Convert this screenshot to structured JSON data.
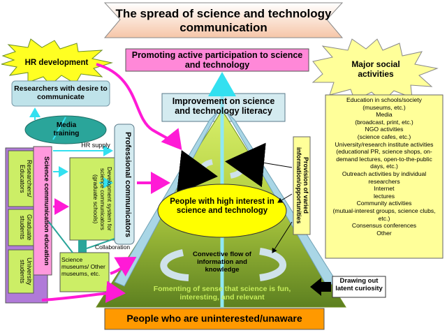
{
  "title": "The spread of science and technology communication",
  "banner_top": "Promoting active participation to science and technology",
  "hr_development": "HR development",
  "major_social": "Major social activities",
  "researchers_desire": "Researchers with desire to communicate",
  "media_training": "Media training",
  "hr_supply": "HR supply",
  "professional_communicators": "Professional communicators",
  "improvement": "Improvement on science and technology literacy",
  "provision": "Provision of varied information/opportunities",
  "sce": "Science communication education",
  "researchers_educators": "Researchers/ Educators",
  "graduate_students": "Graduate students",
  "university_students": "University students",
  "dev_system": "Development system for science communicators (graduate schools)",
  "collaboration": "Collaboration",
  "museums": "Science museums/ Other museums, etc.",
  "people_high": "People with high interest in science and technology",
  "convective": "Convective flow of information and knowledge",
  "fomenting": "Fomenting of sense that science is fun, interesting, and relevant",
  "drawing_out": "Drawing out latent curiosity",
  "uninterested": "People who are uninterested/unaware",
  "activities": [
    "Education in schools/society",
    "(museums, etc.)",
    "Media",
    "(broadcast, print, etc.)",
    "NGO activities",
    "(science cafes, etc.)",
    "University/research institute activities",
    "(educational PR, science shops, on-demand lectures, open-to-the-public days, etc.)",
    "Outreach activities by individual researchers",
    "Internet",
    "lectures",
    "Community activities",
    "(mutual-interest groups, science clubs, etc.)",
    "Consensus conferences",
    "Other"
  ],
  "colors": {
    "pyramid_dark": "#5a7d1a",
    "pyramid_light": "#d6ec6a",
    "magenta": "#ff1ad6",
    "cyan": "#33e0f0",
    "yellow_box": "#ffff99",
    "orange": "#ff9900",
    "pink_banner": "#ff88d8",
    "purple": "#b07ad8",
    "teal": "#2aa59a",
    "light_blue_box": "#bfe3ea"
  }
}
